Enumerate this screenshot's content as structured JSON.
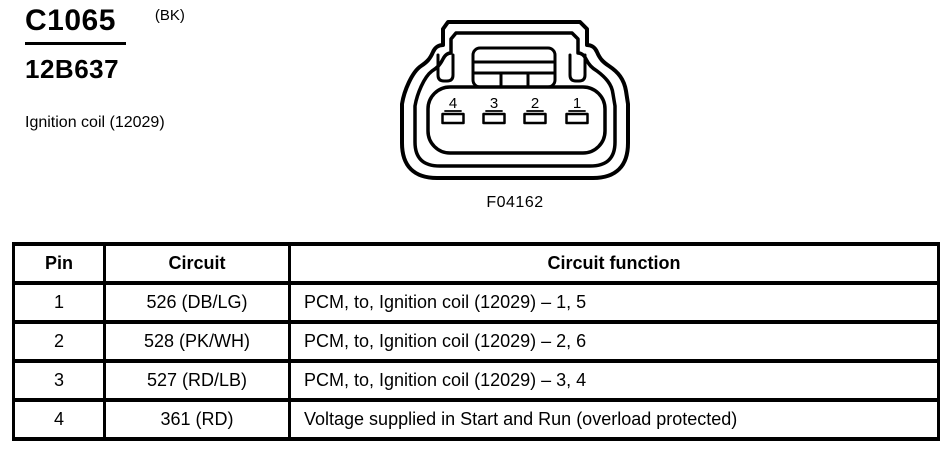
{
  "header": {
    "connector_id": "C1065",
    "connector_color": "(BK)",
    "part_number": "12B637",
    "description": "Ignition coil (12029)"
  },
  "diagram": {
    "caption": "F04162",
    "pin_labels": [
      "4",
      "3",
      "2",
      "1"
    ]
  },
  "table": {
    "columns": [
      "Pin",
      "Circuit",
      "Circuit function"
    ],
    "rows": [
      {
        "pin": "1",
        "circuit": "526 (DB/LG)",
        "function": "PCM, to, Ignition coil (12029) – 1, 5"
      },
      {
        "pin": "2",
        "circuit": "528 (PK/WH)",
        "function": "PCM, to, Ignition coil (12029) – 2, 6"
      },
      {
        "pin": "3",
        "circuit": "527 (RD/LB)",
        "function": "PCM, to, Ignition coil (12029) – 3, 4"
      },
      {
        "pin": "4",
        "circuit": "361 (RD)",
        "function": "Voltage supplied in Start and Run (overload protected)"
      }
    ]
  },
  "colors": {
    "ink": "#000000",
    "background": "#ffffff"
  }
}
